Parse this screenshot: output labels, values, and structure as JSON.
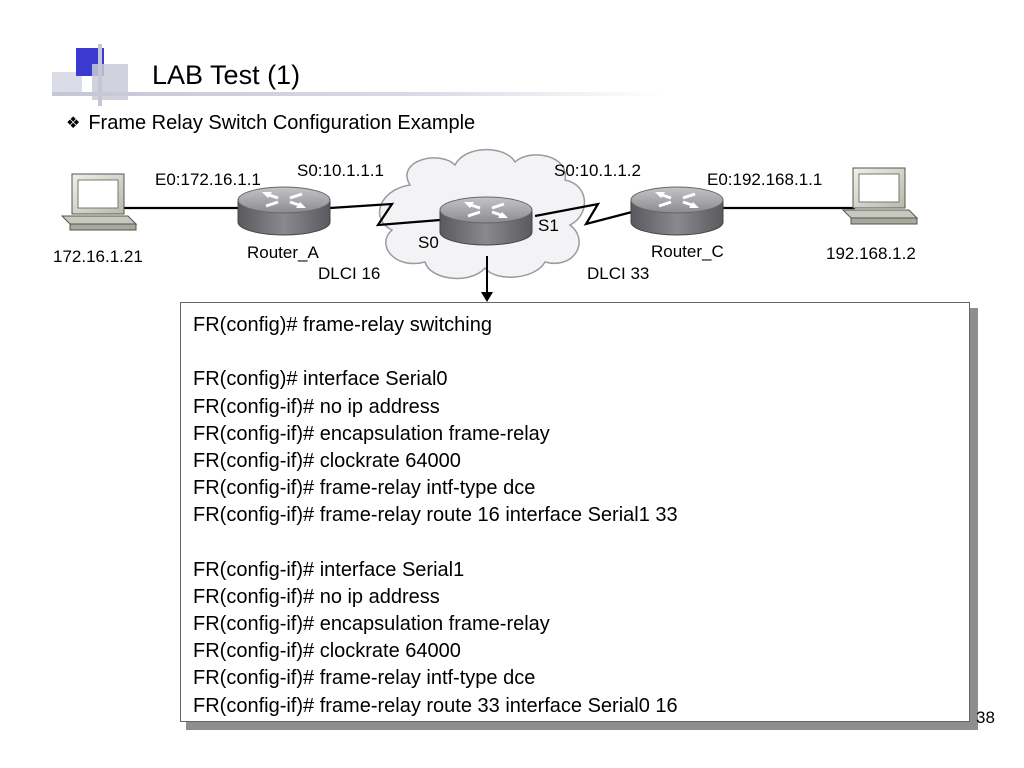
{
  "slide": {
    "title": "LAB Test (1)",
    "subtitle": "Frame Relay  Switch Configuration Example",
    "bullet_icon": "diamond-bullet-icon",
    "page_number": "38"
  },
  "diagram": {
    "host_left": {
      "ip": "172.16.1.21",
      "icon": "computer-icon"
    },
    "router_a": {
      "name": "Router_A",
      "e0": "E0:172.16.1.1",
      "s0": "S0:10.1.1.1",
      "dlci": "DLCI 16",
      "icon": "router-icon"
    },
    "fr_switch": {
      "s0": "S0",
      "s1": "S1",
      "icon": "router-icon",
      "cloud_icon": "cloud-icon"
    },
    "router_c": {
      "name": "Router_C",
      "e0": "E0:192.168.1.1",
      "s0": "S0:10.1.1.2",
      "dlci": "DLCI 33",
      "icon": "router-icon"
    },
    "host_right": {
      "ip": "192.168.1.2",
      "icon": "computer-icon"
    }
  },
  "config": {
    "lines": [
      "FR(config)# frame-relay switching",
      "",
      "FR(config)# interface Serial0",
      "FR(config-if)# no ip address",
      "FR(config-if)# encapsulation frame-relay",
      "FR(config-if)# clockrate 64000",
      "FR(config-if)# frame-relay intf-type dce",
      "FR(config-if)# frame-relay route 16 interface Serial1 33",
      "",
      "FR(config-if)# interface Serial1",
      "FR(config-if)# no ip address",
      "FR(config-if)# encapsulation frame-relay",
      "FR(config-if)# clockrate 64000",
      "FR(config-if)# frame-relay intf-type dce",
      "FR(config-if)# frame-relay route 33 interface Serial0 16"
    ]
  },
  "colors": {
    "title_accent": "#3a3ad0",
    "router_body": "#6f6f73",
    "cloud_fill": "#f3f3f5"
  }
}
